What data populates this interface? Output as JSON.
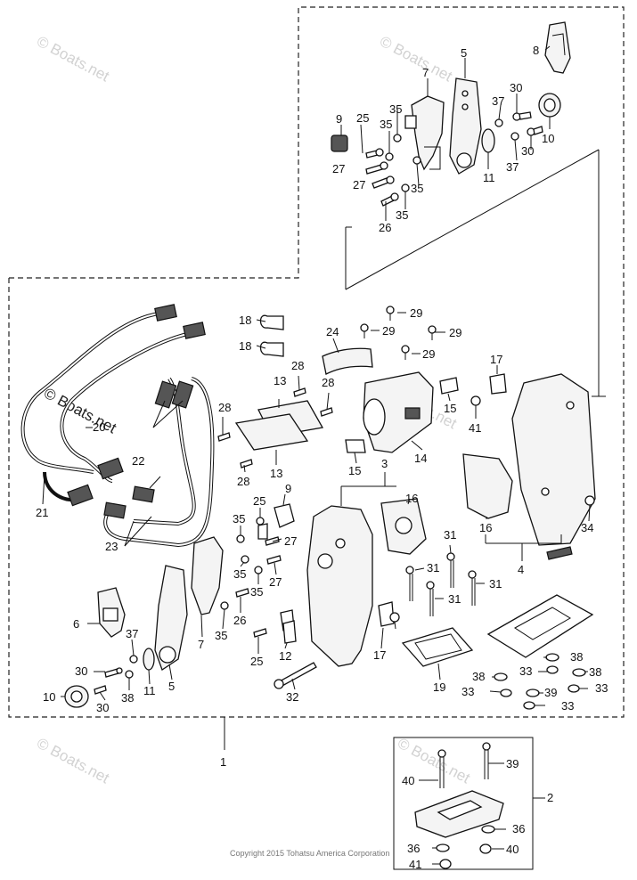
{
  "watermarks": {
    "text": "© Boats.net"
  },
  "copyright": "Copyright 2015 Tohatsu America Corporation",
  "callouts": [
    {
      "id": "c1",
      "label": "1"
    },
    {
      "id": "c2",
      "label": "2"
    },
    {
      "id": "c3",
      "label": "3"
    },
    {
      "id": "c4",
      "label": "4"
    },
    {
      "id": "c5a",
      "label": "5"
    },
    {
      "id": "c5b",
      "label": "5"
    },
    {
      "id": "c6",
      "label": "6"
    },
    {
      "id": "c7a",
      "label": "7"
    },
    {
      "id": "c7b",
      "label": "7"
    },
    {
      "id": "c8",
      "label": "8"
    },
    {
      "id": "c9a",
      "label": "9"
    },
    {
      "id": "c9b",
      "label": "9"
    },
    {
      "id": "c10a",
      "label": "10"
    },
    {
      "id": "c10b",
      "label": "10"
    },
    {
      "id": "c11a",
      "label": "11"
    },
    {
      "id": "c11b",
      "label": "11"
    },
    {
      "id": "c12",
      "label": "12"
    },
    {
      "id": "c13a",
      "label": "13"
    },
    {
      "id": "c13b",
      "label": "13"
    },
    {
      "id": "c14",
      "label": "14"
    },
    {
      "id": "c15a",
      "label": "15"
    },
    {
      "id": "c15b",
      "label": "15"
    },
    {
      "id": "c16a",
      "label": "16"
    },
    {
      "id": "c16b",
      "label": "16"
    },
    {
      "id": "c17a",
      "label": "17"
    },
    {
      "id": "c17b",
      "label": "17"
    },
    {
      "id": "c18a",
      "label": "18"
    },
    {
      "id": "c18b",
      "label": "18"
    },
    {
      "id": "c19",
      "label": "19"
    },
    {
      "id": "c20",
      "label": "20"
    },
    {
      "id": "c21",
      "label": "21"
    },
    {
      "id": "c22",
      "label": "22"
    },
    {
      "id": "c23",
      "label": "23"
    },
    {
      "id": "c24",
      "label": "24"
    },
    {
      "id": "c25a",
      "label": "25"
    },
    {
      "id": "c25b",
      "label": "25"
    },
    {
      "id": "c25c",
      "label": "25"
    },
    {
      "id": "c26a",
      "label": "26"
    },
    {
      "id": "c26b",
      "label": "26"
    },
    {
      "id": "c27a",
      "label": "27"
    },
    {
      "id": "c27b",
      "label": "27"
    },
    {
      "id": "c27c",
      "label": "27"
    },
    {
      "id": "c27d",
      "label": "27"
    },
    {
      "id": "c28a",
      "label": "28"
    },
    {
      "id": "c28b",
      "label": "28"
    },
    {
      "id": "c28c",
      "label": "28"
    },
    {
      "id": "c28d",
      "label": "28"
    },
    {
      "id": "c29a",
      "label": "29"
    },
    {
      "id": "c29b",
      "label": "29"
    },
    {
      "id": "c29c",
      "label": "29"
    },
    {
      "id": "c29d",
      "label": "29"
    },
    {
      "id": "c30a",
      "label": "30"
    },
    {
      "id": "c30b",
      "label": "30"
    },
    {
      "id": "c30c",
      "label": "30"
    },
    {
      "id": "c30d",
      "label": "30"
    },
    {
      "id": "c31a",
      "label": "31"
    },
    {
      "id": "c31b",
      "label": "31"
    },
    {
      "id": "c31c",
      "label": "31"
    },
    {
      "id": "c31d",
      "label": "31"
    },
    {
      "id": "c32",
      "label": "32"
    },
    {
      "id": "c33a",
      "label": "33"
    },
    {
      "id": "c33b",
      "label": "33"
    },
    {
      "id": "c33c",
      "label": "33"
    },
    {
      "id": "c33d",
      "label": "33"
    },
    {
      "id": "c34",
      "label": "34"
    },
    {
      "id": "c35a",
      "label": "35"
    },
    {
      "id": "c35b",
      "label": "35"
    },
    {
      "id": "c35c",
      "label": "35"
    },
    {
      "id": "c35d",
      "label": "35"
    },
    {
      "id": "c35e",
      "label": "35"
    },
    {
      "id": "c35f",
      "label": "35"
    },
    {
      "id": "c35g",
      "label": "35"
    },
    {
      "id": "c35h",
      "label": "35"
    },
    {
      "id": "c36a",
      "label": "36"
    },
    {
      "id": "c36b",
      "label": "36"
    },
    {
      "id": "c37a",
      "label": "37"
    },
    {
      "id": "c37b",
      "label": "37"
    },
    {
      "id": "c37c",
      "label": "37"
    },
    {
      "id": "c38a",
      "label": "38"
    },
    {
      "id": "c38b",
      "label": "38"
    },
    {
      "id": "c38c",
      "label": "38"
    },
    {
      "id": "c38d",
      "label": "38"
    },
    {
      "id": "c39a",
      "label": "39"
    },
    {
      "id": "c39b",
      "label": "39"
    },
    {
      "id": "c40a",
      "label": "40"
    },
    {
      "id": "c40b",
      "label": "40"
    },
    {
      "id": "c41a",
      "label": "41"
    },
    {
      "id": "c41b",
      "label": "41"
    }
  ]
}
